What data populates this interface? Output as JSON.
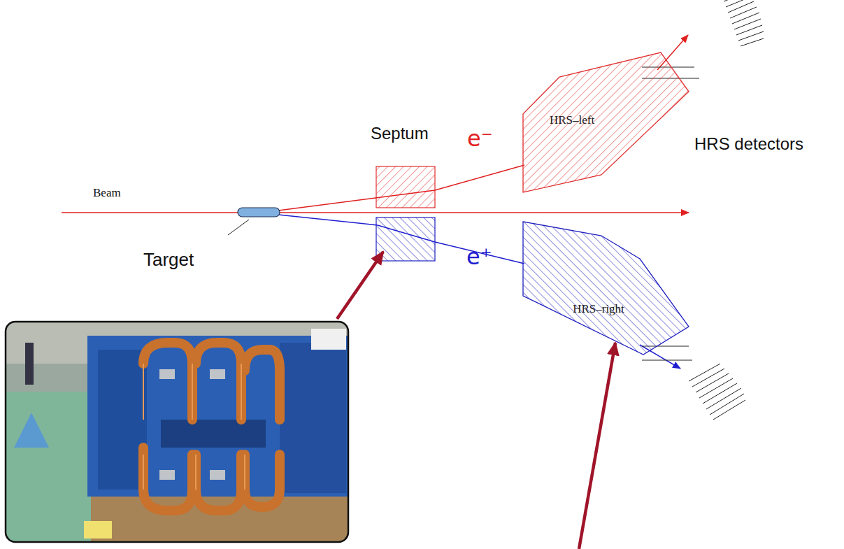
{
  "diagram": {
    "nodes": [
      {
        "text": [
          "HRS–left"
        ]
      },
      {
        "text": [
          "HRS–right"
        ]
      }
    ],
    "labels": [
      "Septum",
      "e⁻",
      "HRS detectors",
      "Beam",
      "Target",
      "e⁺"
    ]
  }
}
